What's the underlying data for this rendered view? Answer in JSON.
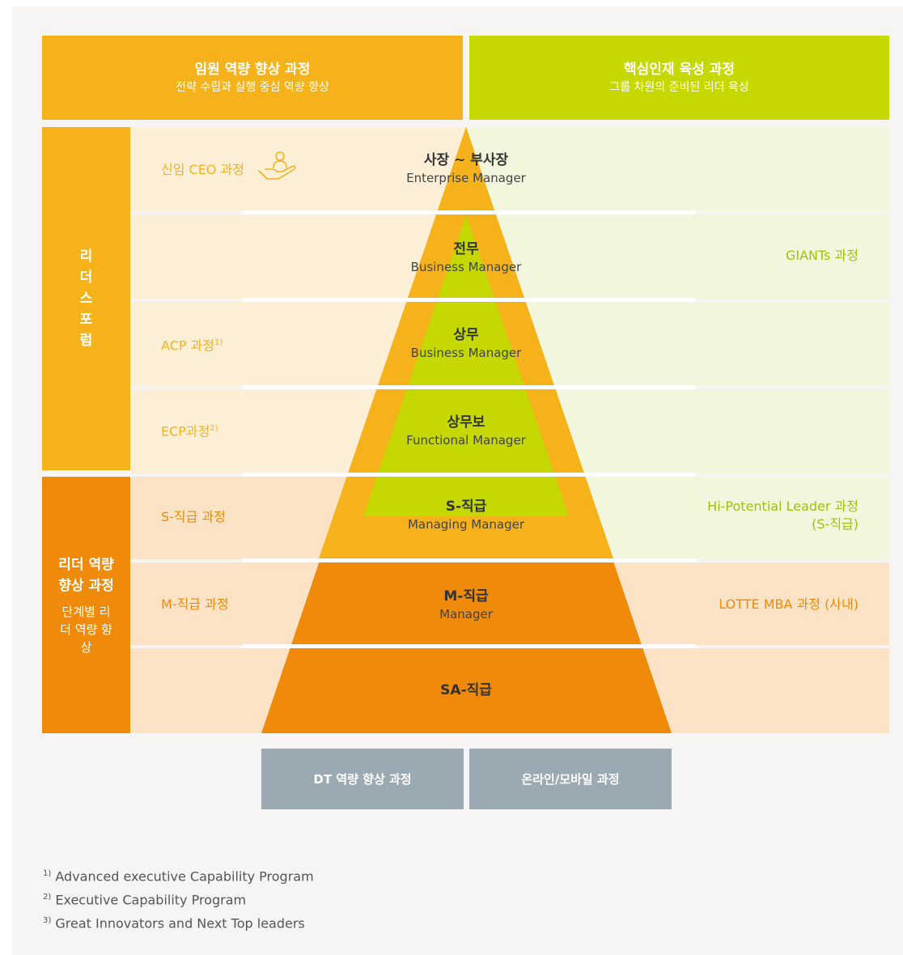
{
  "colors": {
    "yellow": "#f6b21a",
    "yellow_light": "#fdeed6",
    "orange": "#ef8a0a",
    "orange_light": "#fde3c5",
    "green": "#c5d800",
    "green_light": "#f2f6dc",
    "gray_button": "#9aa9b2"
  },
  "header_left": {
    "title": "임원 역량 향상 과정",
    "subtitle": "전략 수립과 실행 중심 역량 향상"
  },
  "header_right": {
    "title": "핵심인재 육성 과정",
    "subtitle": "그룹 차원의 준비된 리더 육성"
  },
  "side_top": {
    "title": "리더스포럼"
  },
  "side_bottom": {
    "title": "리더 역량 향상 과정",
    "subtitle": "단계별 리더 역량 향상"
  },
  "left_programs": {
    "ceo": "신임 CEO 과정",
    "acp": "ACP 과정",
    "acp_note": "1)",
    "ecp": "ECP과정",
    "ecp_note": "2)",
    "s_grade": "S-직급 과정",
    "m_grade": "M-직급 과정"
  },
  "right_programs": {
    "giants": "GIANTs 과정",
    "hipo_line1": "Hi-Potential Leader 과정",
    "hipo_line2": "(S-직급)",
    "mba": "LOTTE MBA 과정 (사내)"
  },
  "levels": [
    {
      "ko": "사장 ~ 부사장",
      "en": "Enterprise Manager"
    },
    {
      "ko": "전무",
      "en": "Business Manager"
    },
    {
      "ko": "상무",
      "en": "Business Manager"
    },
    {
      "ko": "상무보",
      "en": "Functional Manager"
    },
    {
      "ko": "S-직급",
      "en": "Managing Manager"
    },
    {
      "ko": "M-직급",
      "en": "Manager"
    },
    {
      "ko": "SA-직급",
      "en": ""
    }
  ],
  "buttons": {
    "dt": "DT 역량 향상 과정",
    "online": "온라인/모바일 과정"
  },
  "footnotes": [
    {
      "mark": "1)",
      "text": "Advanced executive Capability Program"
    },
    {
      "mark": "2)",
      "text": "Executive Capability Program"
    },
    {
      "mark": "3)",
      "text": "Great Innovators and Next Top leaders"
    }
  ],
  "icon": "hand-person-icon"
}
